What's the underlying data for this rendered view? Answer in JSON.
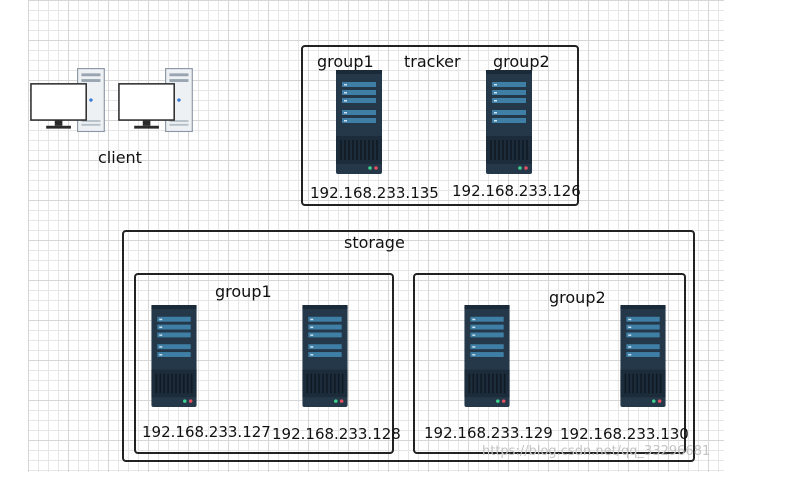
{
  "client": {
    "label": "client"
  },
  "tracker": {
    "title": "tracker",
    "group1_label": "group1",
    "group2_label": "group2",
    "ip1": "192.168.233.135",
    "ip2": "192.168.233.126"
  },
  "storage": {
    "title": "storage",
    "group1": {
      "label": "group1",
      "ip1": "192.168.233.127",
      "ip2": "192.168.233.128"
    },
    "group2": {
      "label": "group2",
      "ip1": "192.168.233.129",
      "ip2": "192.168.233.130"
    }
  },
  "watermark": "https://blog.csdn.net/qq_33296681",
  "colors": {
    "server_body": "#243849",
    "server_panel": "#3f7fa6",
    "led_green": "#3ecf8e",
    "led_red": "#e04f5f",
    "border": "#222222"
  }
}
